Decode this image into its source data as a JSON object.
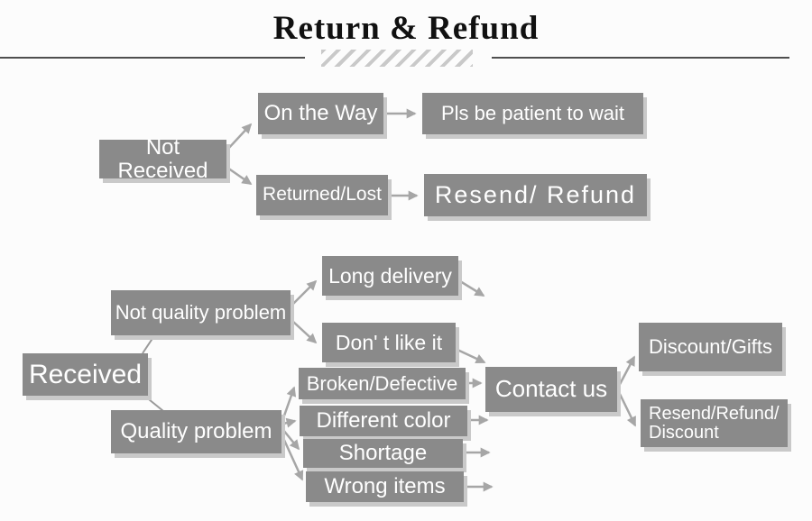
{
  "title": "Return & Refund",
  "colors": {
    "box": "#8a8a8a",
    "box_shadow": "#c9c9c9",
    "box_text": "#ffffff",
    "arrow": "#a6a6a6",
    "divider_line": "#4f4f4f",
    "divider_slashes": "#c9c9c9",
    "title_text": "#111111",
    "background": "#fcfcfc"
  },
  "nodes": {
    "not_received": "Not Received",
    "on_the_way": "On the Way",
    "pls_wait": "Pls be patient to wait",
    "returned_lost": "Returned/Lost",
    "resend_refund": "Resend/ Refund",
    "received": "Received",
    "not_quality": "Not quality problem",
    "long_delivery": "Long delivery",
    "dont_like": "Don' t like it",
    "quality": "Quality problem",
    "broken": "Broken/Defective",
    "different_color": "Different color",
    "shortage": "Shortage",
    "wrong_items": "Wrong items",
    "contact": "Contact us",
    "discount_gifts": "Discount/Gifts",
    "resend_refund_discount": "Resend/Refund/\nDiscount"
  }
}
